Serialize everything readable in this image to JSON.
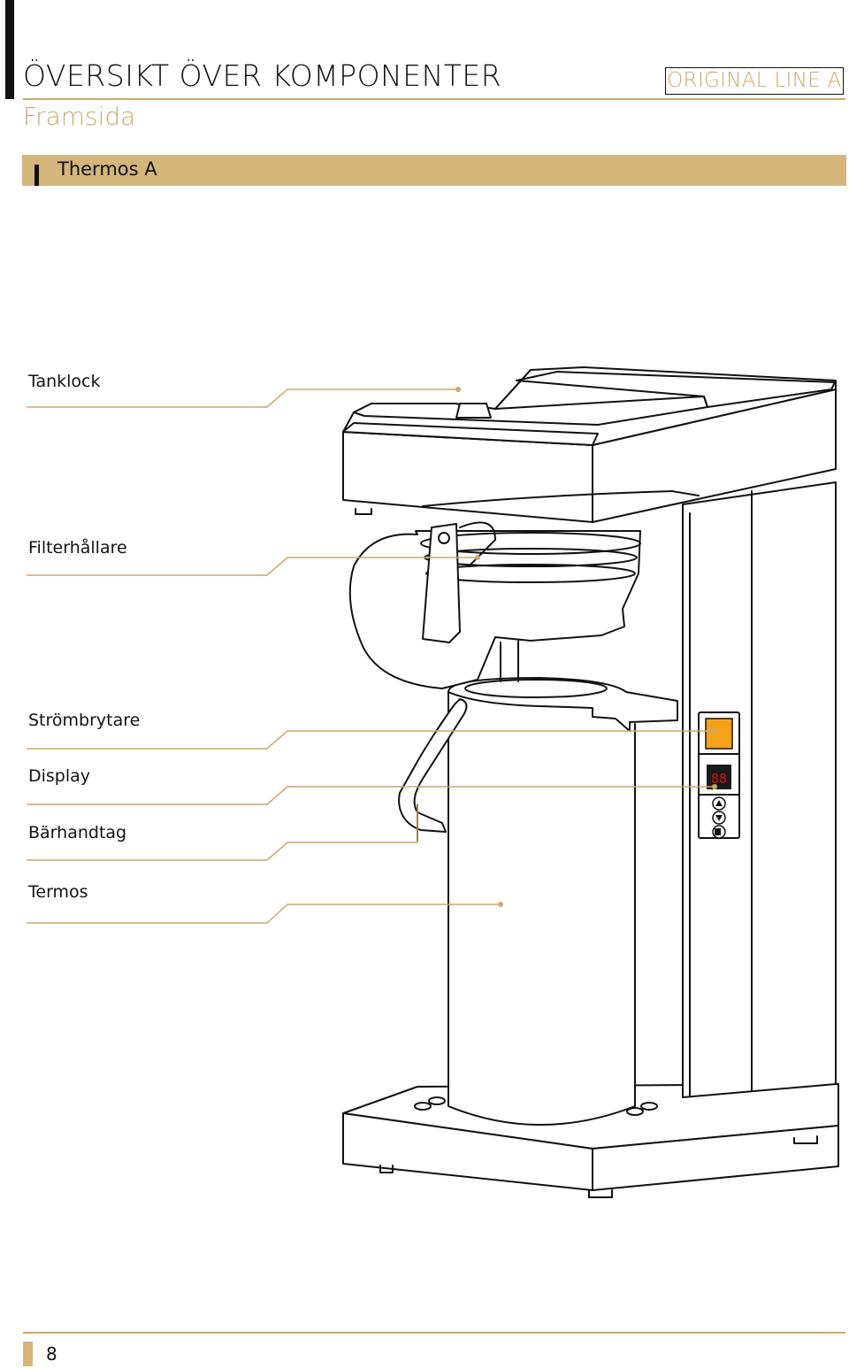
{
  "header": {
    "title": "ÖVERSIKT ÖVER KOMPONENTER",
    "model": "ORIGINAL LINE A",
    "subtitle": "Framsida"
  },
  "section": {
    "label": "Thermos A"
  },
  "callouts": [
    {
      "label": "Tanklock"
    },
    {
      "label": "Filterhållare"
    },
    {
      "label": "Strömbrytare"
    },
    {
      "label": "Display"
    },
    {
      "label": "Bärhandtag"
    },
    {
      "label": "Termos"
    }
  ],
  "colors": {
    "accent": "#c9a96b",
    "band": "#d4b57a",
    "switch": "#f5a21a",
    "display_digits": "#d01010"
  },
  "footer": {
    "page_number": "8"
  }
}
